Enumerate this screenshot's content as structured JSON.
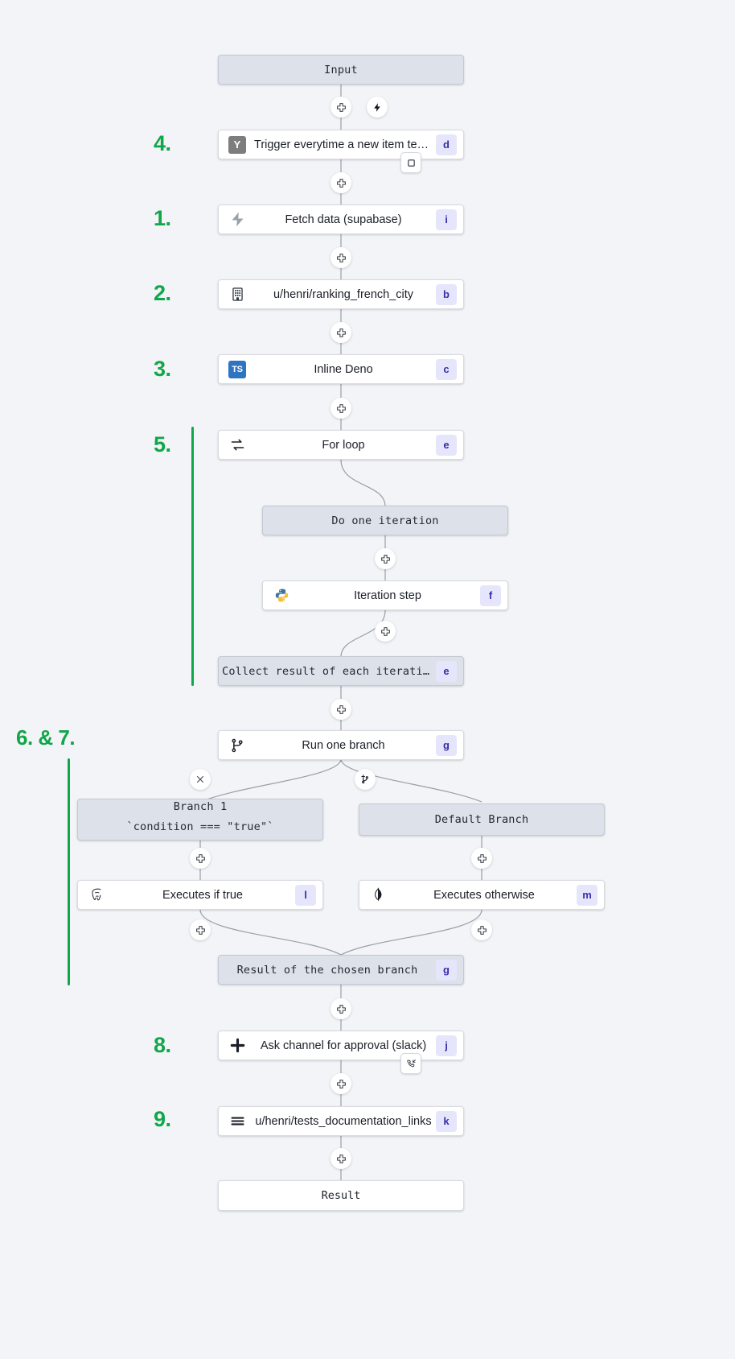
{
  "canvas": {
    "background": "#f3f4f7",
    "accent_green": "#10a64a",
    "badge_bg": "#e5e6fb",
    "badge_fg": "#3b2ea8",
    "virtual_node_bg": "#dde1ea",
    "module_node_bg": "#ffffff"
  },
  "nodes": {
    "input": {
      "label": "Input",
      "badge": "",
      "icon": "none"
    },
    "trigger": {
      "label": "Trigger everytime a new item text o…",
      "badge": "d",
      "icon": "yaml-icon"
    },
    "fetch": {
      "label": "Fetch data (supabase)",
      "badge": "i",
      "icon": "supabase-icon"
    },
    "ranking": {
      "label": "u/henri/ranking_french_city",
      "badge": "b",
      "icon": "building-icon"
    },
    "deno": {
      "label": "Inline Deno",
      "badge": "c",
      "icon": "typescript-icon"
    },
    "forloop": {
      "label": "For loop",
      "badge": "e",
      "icon": "loop-icon"
    },
    "iteration": {
      "label": "Do one iteration",
      "badge": "",
      "icon": "none"
    },
    "iterstep": {
      "label": "Iteration step",
      "badge": "f",
      "icon": "python-icon"
    },
    "collect": {
      "label": "Collect result of each iteration",
      "badge": "e",
      "icon": "none"
    },
    "branchone": {
      "label": "Run one branch",
      "badge": "g",
      "icon": "branch-icon"
    },
    "branch1": {
      "label_line1": "Branch 1",
      "label_line2": "`condition === \"true\"`",
      "badge": "",
      "icon": "none"
    },
    "defaultbr": {
      "label": "Default Branch",
      "badge": "",
      "icon": "none"
    },
    "iftrue": {
      "label": "Executes if true",
      "badge": "l",
      "icon": "postgres-icon"
    },
    "otherwise": {
      "label": "Executes otherwise",
      "badge": "m",
      "icon": "mongodb-icon"
    },
    "chosen": {
      "label": "Result of the chosen branch",
      "badge": "g",
      "icon": "none"
    },
    "approval": {
      "label": "Ask channel for approval (slack)",
      "badge": "j",
      "icon": "slack-icon"
    },
    "docs": {
      "label": "u/henri/tests_documentation_links",
      "badge": "k",
      "icon": "hamburger-icon"
    },
    "result": {
      "label": "Result",
      "badge": "",
      "icon": "none"
    }
  },
  "handles": {
    "plus": "plus-handle",
    "bolt": "bolt-handle",
    "close": "close-handle",
    "add_branch": "add-branch-handle",
    "checkbox_chip": "checkbox-chip",
    "suspend_chip": "suspend-chip"
  },
  "step_numbers": [
    {
      "text": "4.",
      "id": "step-4"
    },
    {
      "text": "1.",
      "id": "step-1"
    },
    {
      "text": "2.",
      "id": "step-2"
    },
    {
      "text": "3.",
      "id": "step-3"
    },
    {
      "text": "5.",
      "id": "step-5"
    },
    {
      "text": "6. & 7.",
      "id": "step-6-7"
    },
    {
      "text": "8.",
      "id": "step-8"
    },
    {
      "text": "9.",
      "id": "step-9"
    }
  ]
}
